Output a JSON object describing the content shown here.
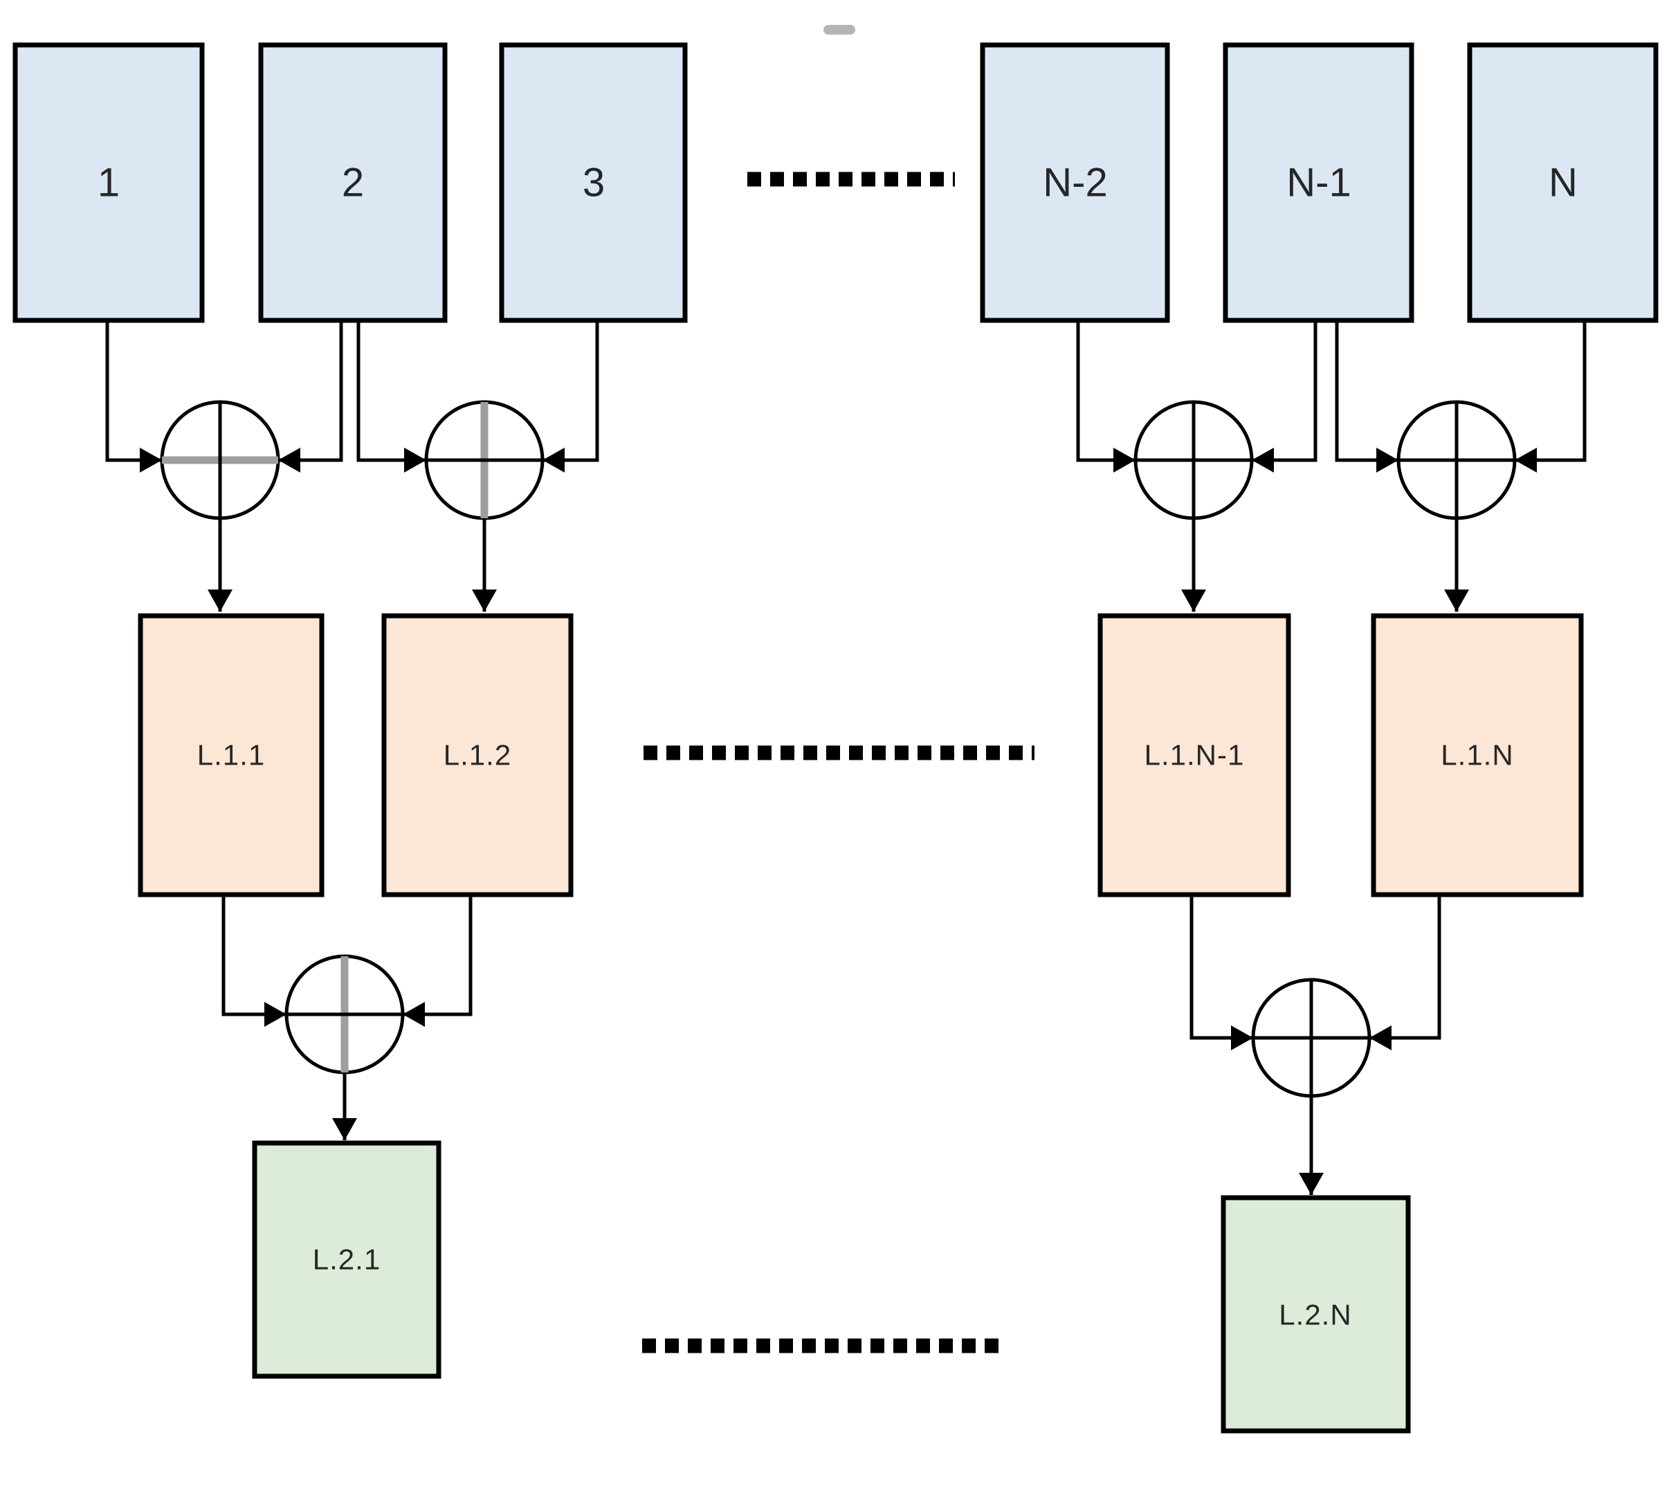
{
  "diagram": {
    "kind": "xor-combining-tree-block-diagram",
    "colors": {
      "canvas": "#ffffff",
      "stroke": "#000000",
      "line": "#000000",
      "gray_accent": "#9e9e9e",
      "label": "#262626",
      "smudge": "#b5b5b5",
      "input_fill": "#dbe8f4",
      "level1_fill": "#fce6d6",
      "level2_fill": "#dcecd9"
    },
    "input_row": {
      "boxes": [
        {
          "label": "1"
        },
        {
          "label": "2"
        },
        {
          "label": "3"
        },
        {
          "label": "N-2"
        },
        {
          "label": "N-1"
        },
        {
          "label": "N"
        }
      ]
    },
    "level1_row": {
      "boxes": [
        {
          "label": "L.1.1"
        },
        {
          "label": "L.1.2"
        },
        {
          "label": "L.1.N-1"
        },
        {
          "label": "L.1.N"
        }
      ]
    },
    "level2_row": {
      "boxes": [
        {
          "label": "L.2.1"
        },
        {
          "label": "L.2.N"
        }
      ]
    },
    "junctions": {
      "symbol": "xor-circle",
      "count": 6
    },
    "ellipses": {
      "top": "............",
      "middle": ".................",
      "bottom": "................"
    }
  }
}
